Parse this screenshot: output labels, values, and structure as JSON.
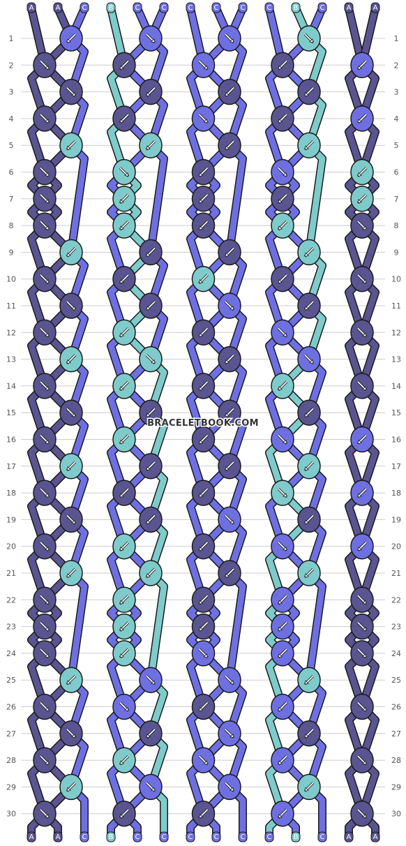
{
  "watermark": "BRACELETBOOK.COM",
  "row_numbers": [
    "1",
    "2",
    "3",
    "4",
    "5",
    "6",
    "7",
    "8",
    "9",
    "10",
    "11",
    "12",
    "13",
    "14",
    "15",
    "16",
    "17",
    "18",
    "19",
    "20",
    "21",
    "22",
    "23",
    "24",
    "25",
    "26",
    "27",
    "28",
    "29",
    "30"
  ],
  "strings_top": [
    "A",
    "A",
    "C",
    "B",
    "C",
    "C",
    "C",
    "C",
    "C",
    "C",
    "B",
    "C",
    "A",
    "A"
  ],
  "strings_bottom": [
    "A",
    "A",
    "C",
    "B",
    "C",
    "C",
    "C",
    "C",
    "C",
    "C",
    "B",
    "C",
    "A",
    "A"
  ],
  "colors": {
    "A": "#5a5490",
    "B": "#7fcbcb",
    "C": "#6e70e2",
    "outline": "#1a1a1a",
    "arrow": "#ffffff",
    "grid": "#cccccc",
    "label_text": "#555555"
  },
  "pattern_rows": [
    "CB_CC_CC_BC",
    "AC_AA_CC_AC_CA",
    "AA_AA_AA_AA",
    "AC_AC_CA_AC_CA",
    "BC_BC_AC_BC",
    "AB_BC_AC_CB_BA",
    "AA_BC_AC_AB_BA",
    "AC_BA_AC_BC_AA",
    "BC_AC_AC_BC",
    "AC_AC_BA_AC_AA",
    "AA_AC_CB_AA",
    "AC_BC_AC_CB_AA",
    "BC_BC_AC_CB",
    "AC_BC_AA_BC_AA",
    "AA_AA_AA_AA",
    "AC_BA_AA_CB_CA",
    "BC_AC_AC_BC",
    "AC_AC_AC_BC_CA",
    "AA_AC_CB_AA",
    "AC_BC_AC_CB_CA",
    "BC_BC_AC_BC",
    "AC_BC_AA_CB_AA",
    "AA_BC_AC_CB_AA",
    "AC_BA_CC_CB_AA",
    "BC_CC_CC_BC",
    "AC_CC_AC_CC_AA",
    "AA_AC_CB_AA",
    "AC_BC_CA_CB_AA",
    "BC_CC_CC_BC",
    "AC_AC_AC_CA_AA"
  ]
}
